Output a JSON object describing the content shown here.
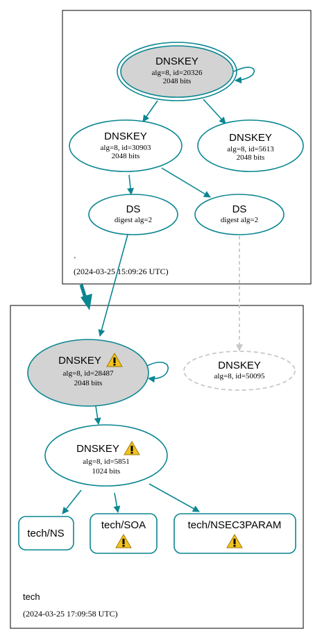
{
  "zones": {
    "root": {
      "name": ".",
      "timestamp": "(2024-03-25 15:09:26 UTC)"
    },
    "tech": {
      "name": "tech",
      "timestamp": "(2024-03-25 17:09:58 UTC)"
    }
  },
  "nodes": {
    "root_ksk": {
      "title": "DNSKEY",
      "line1": "alg=8, id=20326",
      "line2": "2048 bits"
    },
    "root_zsk1": {
      "title": "DNSKEY",
      "line1": "alg=8, id=30903",
      "line2": "2048 bits"
    },
    "root_zsk2": {
      "title": "DNSKEY",
      "line1": "alg=8, id=5613",
      "line2": "2048 bits"
    },
    "ds1": {
      "title": "DS",
      "line1": "digest alg=2"
    },
    "ds2": {
      "title": "DS",
      "line1": "digest alg=2"
    },
    "tech_ksk": {
      "title": "DNSKEY",
      "line1": "alg=8, id=28487",
      "line2": "2048 bits",
      "warning": true
    },
    "tech_missing": {
      "title": "DNSKEY",
      "line1": "alg=8, id=50095"
    },
    "tech_zsk": {
      "title": "DNSKEY",
      "line1": "alg=8, id=5851",
      "line2": "1024 bits",
      "warning": true
    },
    "rr_ns": {
      "title": "tech/NS"
    },
    "rr_soa": {
      "title": "tech/SOA",
      "warning": true
    },
    "rr_nsec3param": {
      "title": "tech/NSEC3PARAM",
      "warning": true
    }
  },
  "colors": {
    "edge": "#0a8691",
    "missing": "#c8c8c8",
    "fill_ksk": "#d3d3d3",
    "border": "#000000",
    "warning": "#f2c31f"
  }
}
